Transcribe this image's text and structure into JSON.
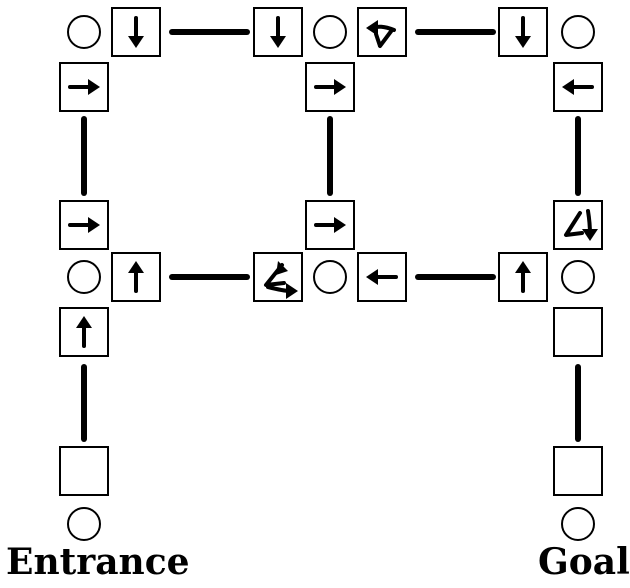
{
  "labels": {
    "entrance": "Entrance",
    "goal": "Goal"
  },
  "colors": {
    "line": "#000000",
    "background": "#ffffff"
  },
  "junctions": [
    "junction-top-left",
    "junction-top-middle",
    "junction-top-right",
    "junction-middle-left",
    "junction-middle-center",
    "junction-middle-right",
    "junction-entrance",
    "junction-goal"
  ],
  "signs": [
    {
      "id": "top-left-east",
      "symbol": "arrow-down"
    },
    {
      "id": "top-middle-west",
      "symbol": "arrow-down"
    },
    {
      "id": "top-middle-east",
      "symbol": "scribble-left"
    },
    {
      "id": "top-right-west",
      "symbol": "arrow-down"
    },
    {
      "id": "top-left-south",
      "symbol": "arrow-right"
    },
    {
      "id": "top-middle-south",
      "symbol": "arrow-right"
    },
    {
      "id": "top-right-south",
      "symbol": "arrow-left"
    },
    {
      "id": "middle-left-north",
      "symbol": "arrow-right"
    },
    {
      "id": "middle-center-north",
      "symbol": "arrow-right"
    },
    {
      "id": "middle-right-north",
      "symbol": "scribble-down"
    },
    {
      "id": "middle-left-east",
      "symbol": "arrow-up"
    },
    {
      "id": "middle-center-west",
      "symbol": "scribble-right"
    },
    {
      "id": "middle-center-east",
      "symbol": "arrow-left"
    },
    {
      "id": "middle-right-west",
      "symbol": "arrow-up"
    },
    {
      "id": "middle-left-south",
      "symbol": "arrow-up"
    },
    {
      "id": "middle-right-south",
      "symbol": "blank"
    },
    {
      "id": "entrance-north",
      "symbol": "blank"
    },
    {
      "id": "goal-north",
      "symbol": "blank"
    }
  ]
}
